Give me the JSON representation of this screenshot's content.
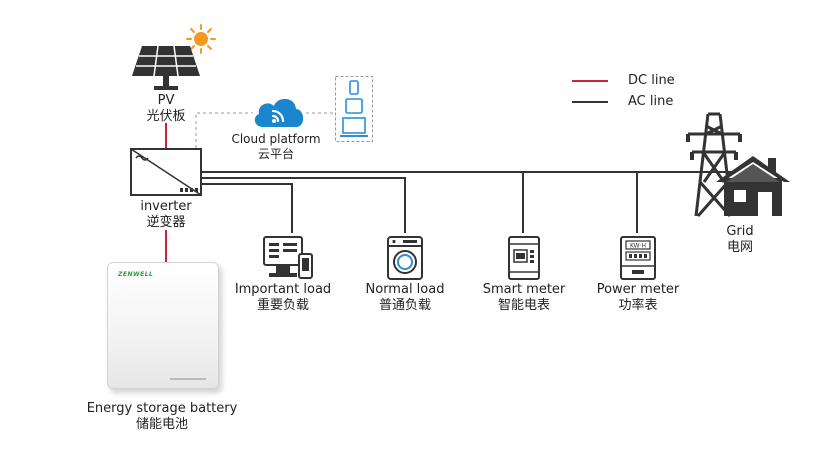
{
  "pv": {
    "label_en": "PV",
    "label_zh": "光伏板"
  },
  "cloud": {
    "label_en": "Cloud platform",
    "label_zh": "云平台"
  },
  "inverter": {
    "label_en": "inverter",
    "label_zh": "逆变器"
  },
  "battery": {
    "label_en": "Energy storage battery",
    "label_zh": "储能电池",
    "brand": "ZENWELL"
  },
  "legend": {
    "dc": {
      "label": "DC line",
      "color": "#c8243c"
    },
    "ac": {
      "label": "AC line",
      "color": "#333333"
    }
  },
  "grid": {
    "label_en": "Grid",
    "label_zh": "电网"
  },
  "loads": [
    {
      "id": "important-load",
      "label_en": "Important load",
      "label_zh": "重要负载"
    },
    {
      "id": "normal-load",
      "label_en": "Normal load",
      "label_zh": "普通负载"
    },
    {
      "id": "smart-meter",
      "label_en": "Smart meter",
      "label_zh": "智能电表"
    },
    {
      "id": "power-meter",
      "label_en": "Power meter",
      "label_zh": "功率表",
      "display": "KW·H"
    }
  ],
  "colors": {
    "cloud": "#1a86d0",
    "sun": "#f39a1f",
    "device_blue": "#2a8fd6",
    "dark": "#333333"
  }
}
